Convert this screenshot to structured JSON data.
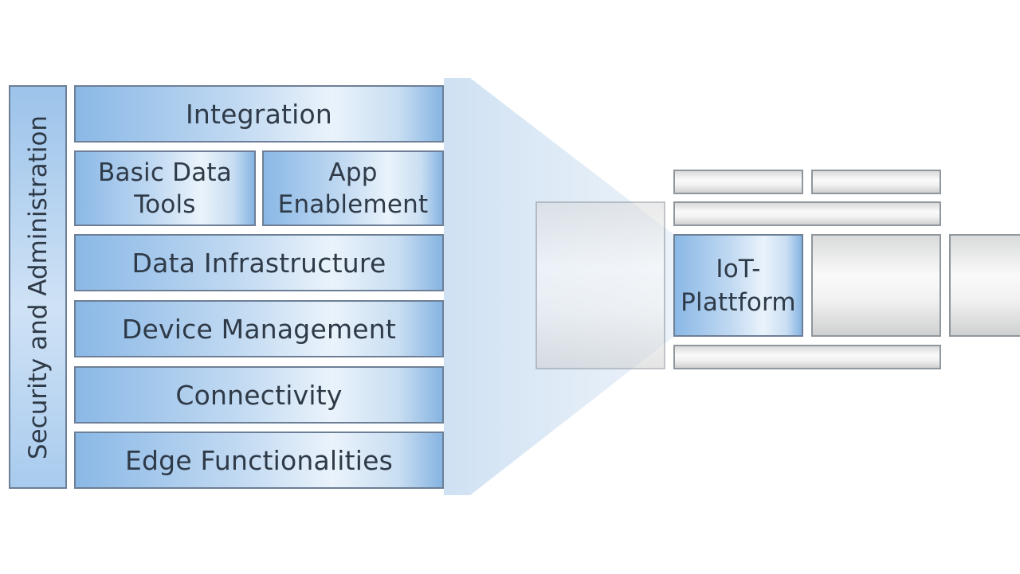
{
  "diagram": {
    "side_label": "Security and Administration",
    "layers": {
      "integration": "Integration",
      "basic_data_tools": [
        "Basic Data",
        "Tools"
      ],
      "app_enablement": [
        "App",
        "Enablement"
      ],
      "data_infrastructure": "Data Infrastructure",
      "device_management": "Device Management",
      "connectivity": "Connectivity",
      "edge_functionalities": "Edge Functionalities"
    },
    "highlight": [
      "IoT-",
      "Plattform"
    ],
    "colors": {
      "layer_blue": "#8ab8e6",
      "layer_border": "#6d7f96",
      "zoom_funnel": "#cfe0f2",
      "grey_block": "#e6e7e8",
      "text": "#2f3a48"
    }
  }
}
